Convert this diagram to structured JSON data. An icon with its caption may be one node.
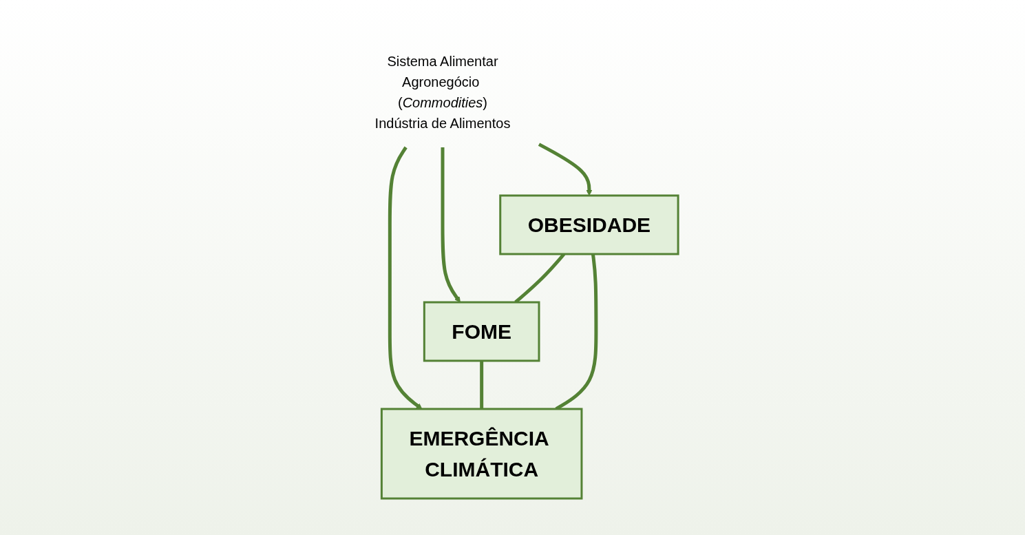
{
  "diagram": {
    "nodes": [
      {
        "text": [
          "FOME"
        ]
      },
      {
        "text": [
          "Sistema Alimentar",
          "Agronegócio (*Commodities*)",
          "Indústria de Alimentos"
        ]
      },
      {
        "text": [
          "OBESIDADE"
        ]
      },
      {
        "text": [
          "EMERGÊNCIA CLIMÁTICA"
        ]
      }
    ],
    "edges": [
      {
        "from": 1,
        "to": 0,
        "arrow": "to"
      },
      {
        "from": 1,
        "to": 2,
        "arrow": "to"
      },
      {
        "from": 1,
        "to": 3,
        "arrow": "to"
      },
      {
        "from": 2,
        "to": 0,
        "arrow": "none"
      },
      {
        "from": 0,
        "to": 3,
        "arrow": "none"
      },
      {
        "from": 2,
        "to": 3,
        "arrow": "none"
      }
    ]
  }
}
